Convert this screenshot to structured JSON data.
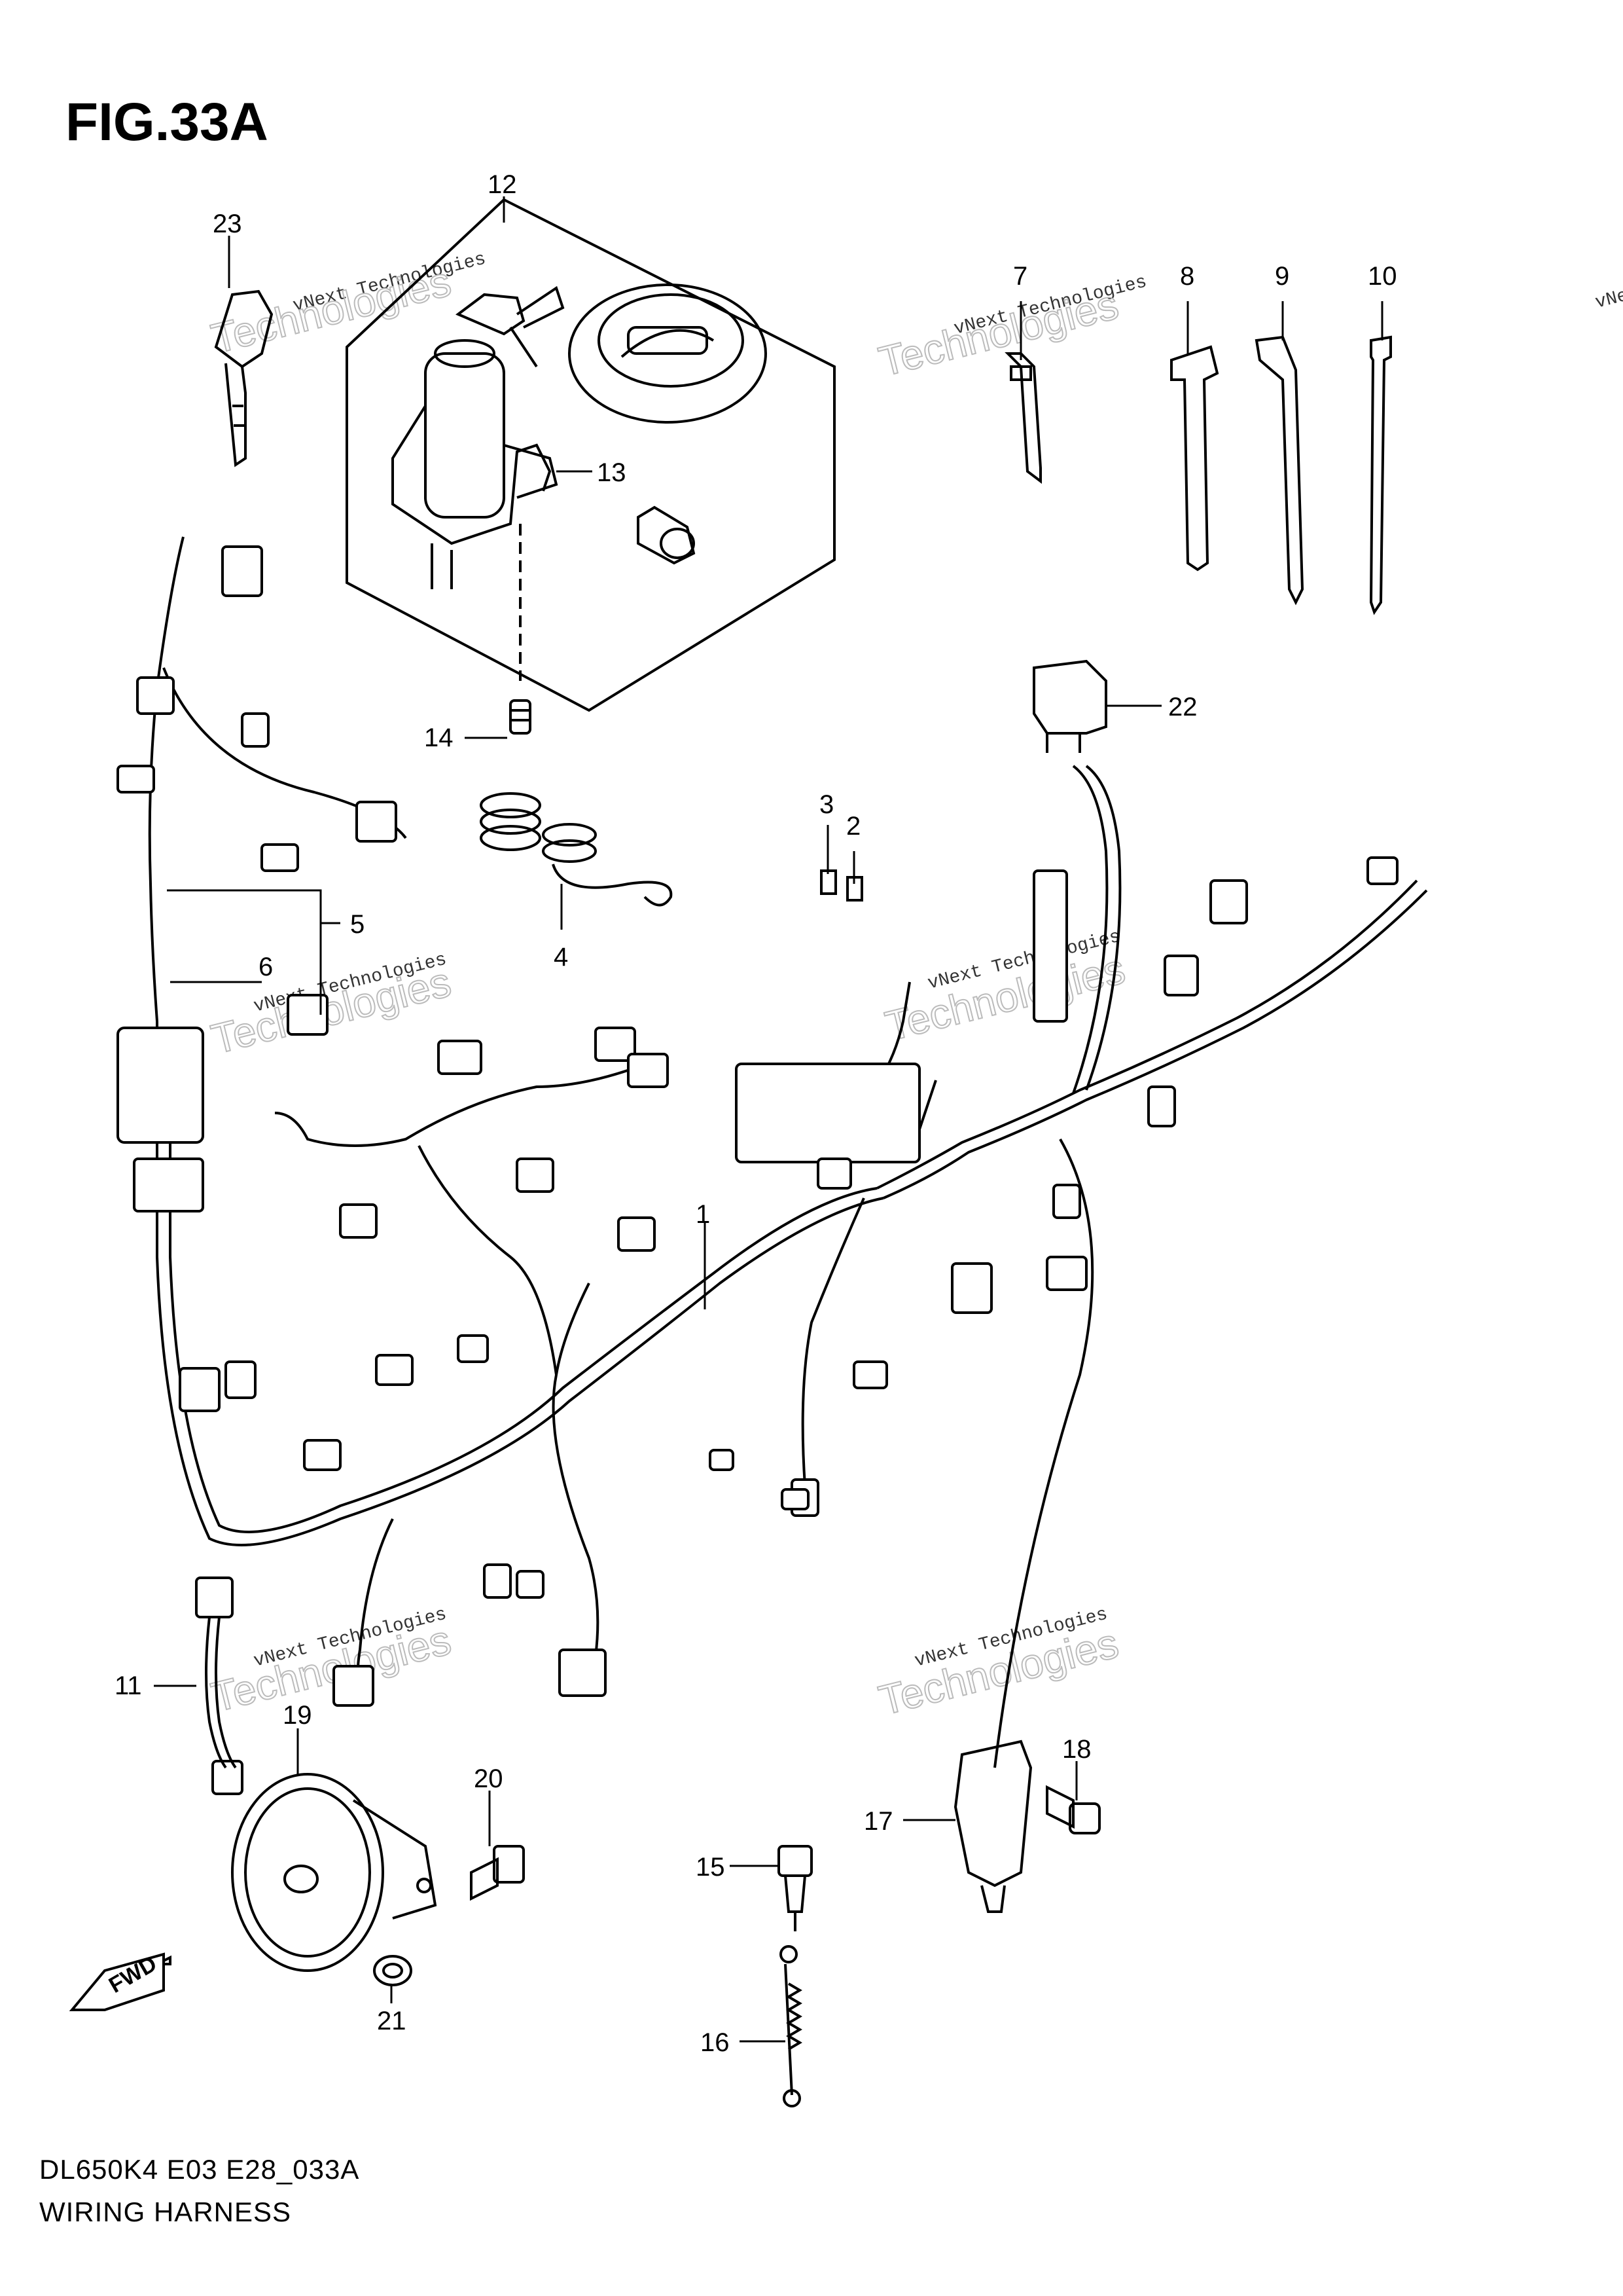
{
  "figure": {
    "title": "FIG.33A",
    "model_code": "DL650K4 E03 E28_033A",
    "name": "WIRING HARNESS"
  },
  "direction_marker": "FWD",
  "watermark": {
    "line1": "vNext Technologies",
    "line2": "vNext",
    "line3": "Technologies"
  },
  "callouts": [
    "1",
    "2",
    "3",
    "4",
    "5",
    "6",
    "7",
    "8",
    "9",
    "10",
    "11",
    "12",
    "13",
    "14",
    "15",
    "16",
    "17",
    "18",
    "19",
    "20",
    "21",
    "22",
    "23"
  ]
}
